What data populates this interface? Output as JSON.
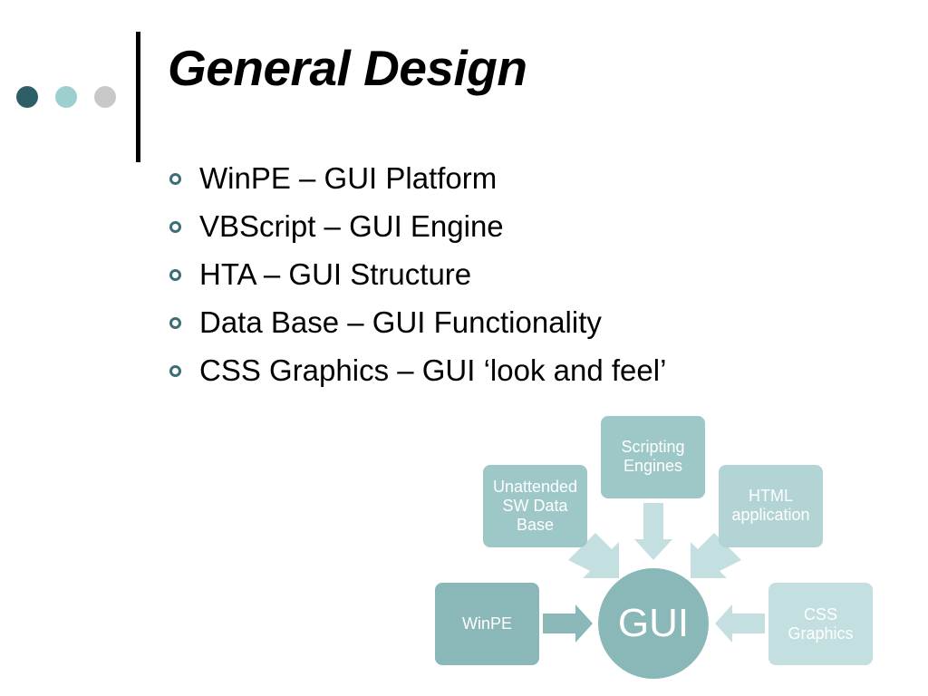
{
  "slide": {
    "title": "General Design",
    "dots": [
      {
        "name": "dot-dark",
        "color": "#2f5f66"
      },
      {
        "name": "dot-medium",
        "color": "#9ecfd0"
      },
      {
        "name": "dot-light",
        "color": "#c8c8c8"
      }
    ],
    "bullets": [
      "WinPE – GUI Platform",
      "VBScript – GUI Engine",
      "HTA – GUI Structure",
      "Data Base – GUI Functionality",
      "CSS Graphics – GUI ‘look and feel’"
    ],
    "bullet_color": "#3d6e75"
  },
  "diagram": {
    "hub": {
      "label": "GUI",
      "color": "#8ab8b8"
    },
    "nodes": [
      {
        "name": "node-scripting-engines",
        "label": "Scripting\nEngines",
        "color": "#9ec7c7"
      },
      {
        "name": "node-unattended-sw-data-base",
        "label": "Unattended\nSW Data\nBase",
        "color": "#9ec7c7"
      },
      {
        "name": "node-html-application",
        "label": "HTML\napplication",
        "color": "#b2d4d4"
      },
      {
        "name": "node-winpe",
        "label": "WinPE",
        "color": "#8ab8b8"
      },
      {
        "name": "node-css-graphics",
        "label": "CSS\nGraphics",
        "color": "#c4dfdf"
      }
    ]
  }
}
